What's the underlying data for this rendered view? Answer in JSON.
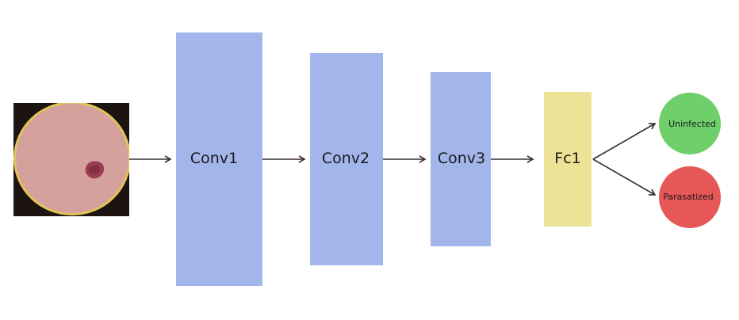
{
  "layers": [
    {
      "id": "conv1",
      "label": "Conv1"
    },
    {
      "id": "conv2",
      "label": "Conv2"
    },
    {
      "id": "conv3",
      "label": "Conv3"
    },
    {
      "id": "fc1",
      "label": "Fc1"
    }
  ],
  "outputs": [
    {
      "id": "uninfected",
      "label": "Uninfected"
    },
    {
      "id": "parasatized",
      "label": "Parasatized"
    }
  ],
  "input_image": {
    "icon": "blood-cell-image"
  },
  "colors": {
    "conv_fill": "#a3b6ec",
    "fc_fill": "#ede397",
    "uninfected_fill": "#6fcf6b",
    "parasatized_fill": "#e65757",
    "arrow": "#3a2b3a"
  }
}
